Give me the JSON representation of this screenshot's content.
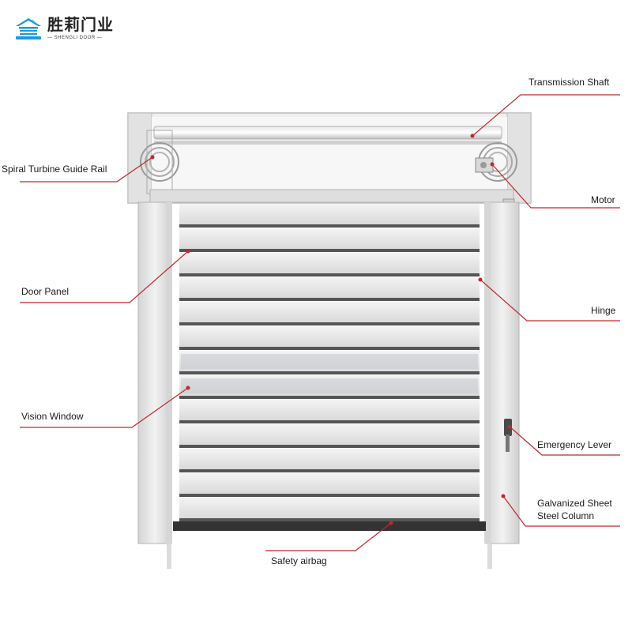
{
  "logo": {
    "cn_text": "胜莉门业",
    "en_text": "— SHENGLI DOOR —",
    "mark": "®",
    "icon": "house-door-icon",
    "color": "#1e9bd7"
  },
  "colors": {
    "leader": "#c0272d",
    "frame": "#c9c9c9",
    "slat_dark": "#555555",
    "slat_light": "#ececec"
  },
  "labels": {
    "transmission_shaft": "Transmission Shaft",
    "spiral_rail": "Spiral Turbine Guide Rail",
    "motor": "Motor",
    "door_panel": "Door Panel",
    "hinge": "Hinge",
    "vision_window": "Vision Window",
    "emergency_lever": "Emergency Lever",
    "column_line1": "Galvanized Sheet",
    "column_line2": "Steel Column",
    "safety_airbag": "Safety airbag"
  }
}
